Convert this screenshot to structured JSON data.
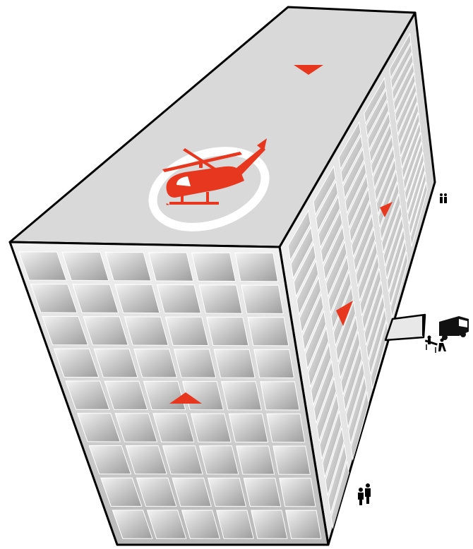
{
  "scene": {
    "subject": "hospital-building-helipad",
    "colors": {
      "accent_red": "#e8371f",
      "roof": "#d9d9d9",
      "outline": "#000000",
      "window_light": "#f1f1f1",
      "window_dark": "#9a9a9a",
      "helipad_ring": "#ffffff"
    },
    "front_facade": {
      "rows": 9,
      "cols": 6
    },
    "side_facade": {
      "rows": 16,
      "cols": 5
    },
    "icons": [
      "helicopter-icon",
      "direction-arrow-icon",
      "ambulance-icon",
      "pedestrian-icon",
      "stretcher-icon",
      "entrance-canopy-icon"
    ]
  }
}
